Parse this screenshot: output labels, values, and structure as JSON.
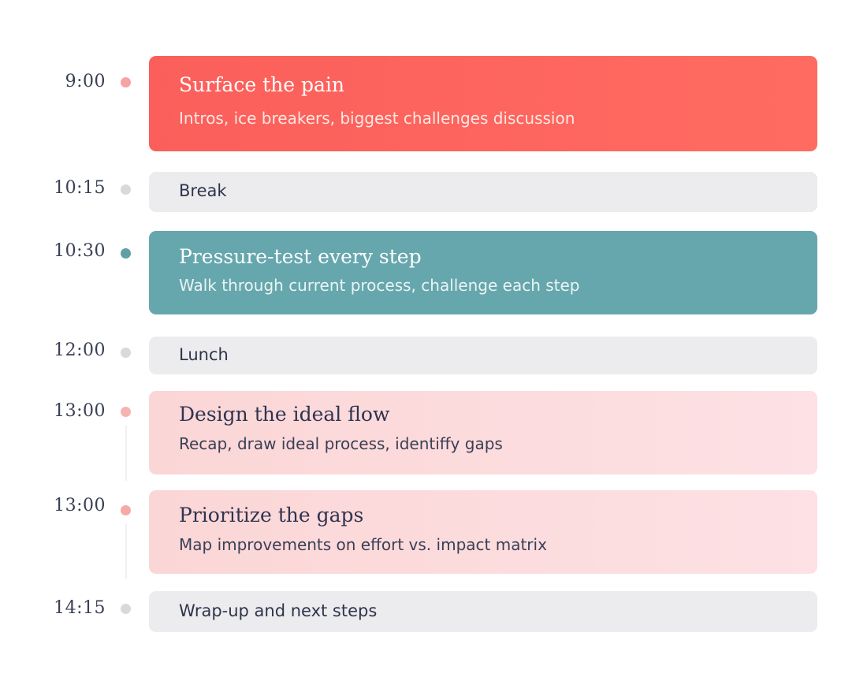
{
  "schedule": [
    {
      "time": "9:00",
      "title": "Surface the pain",
      "subtitle": "Intros, ice breakers, biggest challenges discussion",
      "style": "coral",
      "dot": "#f7a3a2"
    },
    {
      "time": "10:15",
      "title": "Break",
      "style": "gray",
      "dot": "#d9d9dc"
    },
    {
      "time": "10:30",
      "title": "Pressure-test every step",
      "subtitle": "Walk through current process, challenge each step",
      "style": "teal",
      "dot": "#5f9fa5"
    },
    {
      "time": "12:00",
      "title": "Lunch",
      "style": "gray",
      "dot": "#d9d9dc"
    },
    {
      "time": "13:00",
      "title": "Design the ideal flow",
      "subtitle": "Recap, draw ideal process, identiffy gaps",
      "style": "pink",
      "dot": "#f7b3b0"
    },
    {
      "time": "13:00",
      "title": "Prioritize the gaps",
      "subtitle": "Map improvements on effort vs. impact matrix",
      "style": "pink",
      "dot": "#f6aaa8"
    },
    {
      "time": "14:15",
      "title": "Wrap-up and next steps",
      "style": "gray",
      "dot": "#d9d9dc"
    }
  ],
  "colors": {
    "coral": "#fb5f5b",
    "teal": "#66a7ad",
    "pink": "#fbd6d6",
    "gray": "#ececef"
  }
}
